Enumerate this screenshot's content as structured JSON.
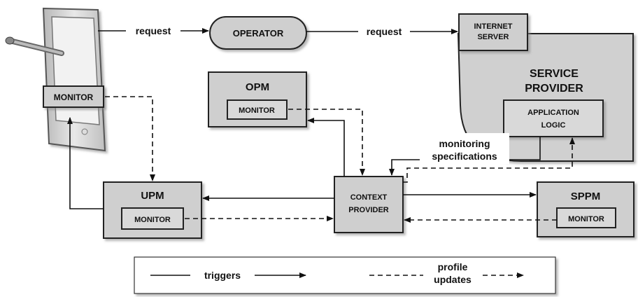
{
  "labels": {
    "operator": "OPERATOR",
    "internet_server_line1": "INTERNET",
    "internet_server_line2": "SERVER",
    "service_provider_line1": "SERVICE",
    "service_provider_line2": "PROVIDER",
    "app_logic_line1": "APPLICATION",
    "app_logic_line2": "LOGIC",
    "opm": "OPM",
    "upm": "UPM",
    "sppm": "SPPM",
    "context_line1": "CONTEXT",
    "context_line2": "PROVIDER",
    "monitor": "MONITOR",
    "request": "request",
    "monitoring_line1": "monitoring",
    "monitoring_line2": "specifications"
  },
  "legend": {
    "triggers": "triggers",
    "profile_line1": "profile",
    "profile_line2": "updates"
  },
  "colors": {
    "box_fill": "#cfcfcf",
    "stroke": "#222222"
  }
}
